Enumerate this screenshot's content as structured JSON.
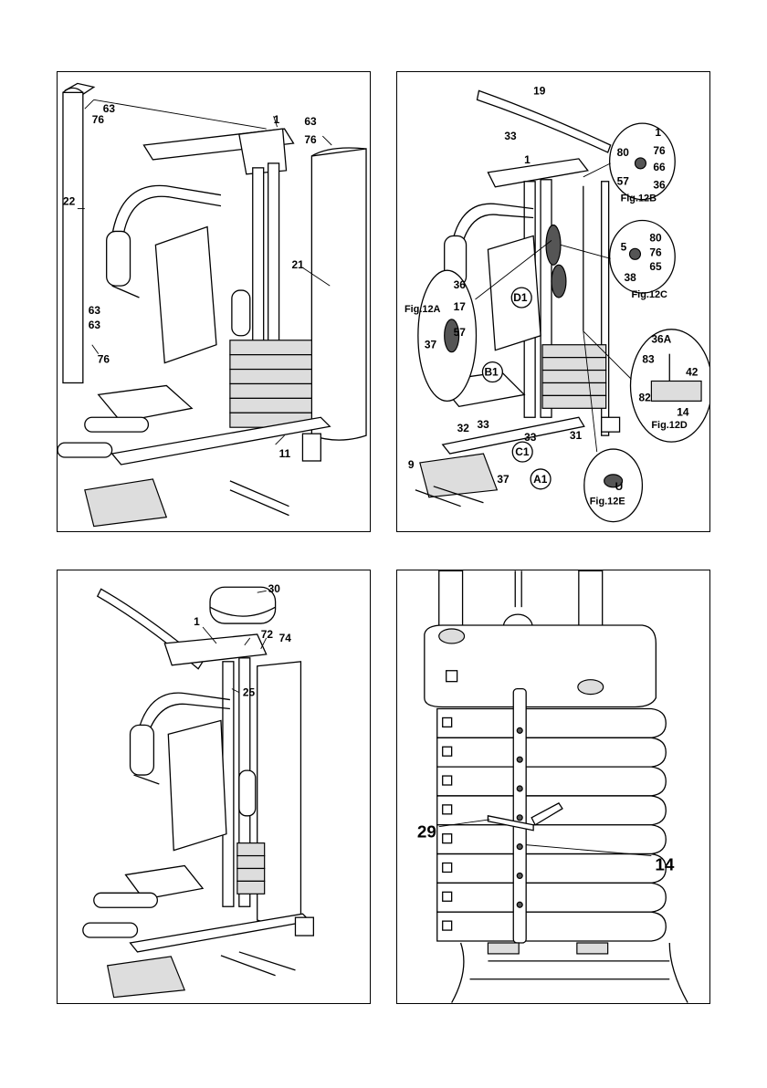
{
  "panel1": {
    "labels": [
      "63",
      "76",
      "1",
      "63",
      "76",
      "22",
      "21",
      "63",
      "63",
      "76",
      "11"
    ]
  },
  "panel2": {
    "labels": [
      "19",
      "33",
      "1",
      "1",
      "76",
      "80",
      "66",
      "57",
      "36",
      "5",
      "80",
      "76",
      "65",
      "38",
      "36",
      "17",
      "57",
      "37",
      "D1",
      "B1",
      "36A",
      "83",
      "42",
      "82",
      "14",
      "32",
      "33",
      "33",
      "31",
      "9",
      "C1",
      "37",
      "A1",
      "U"
    ],
    "figures": [
      "Fig.12A",
      "Fig.12B",
      "Fig.12C",
      "Fig.12D",
      "Fig.12E"
    ]
  },
  "panel3": {
    "labels": [
      "30",
      "1",
      "72",
      "74",
      "25"
    ]
  },
  "panel4": {
    "labels": [
      "29",
      "14"
    ]
  }
}
